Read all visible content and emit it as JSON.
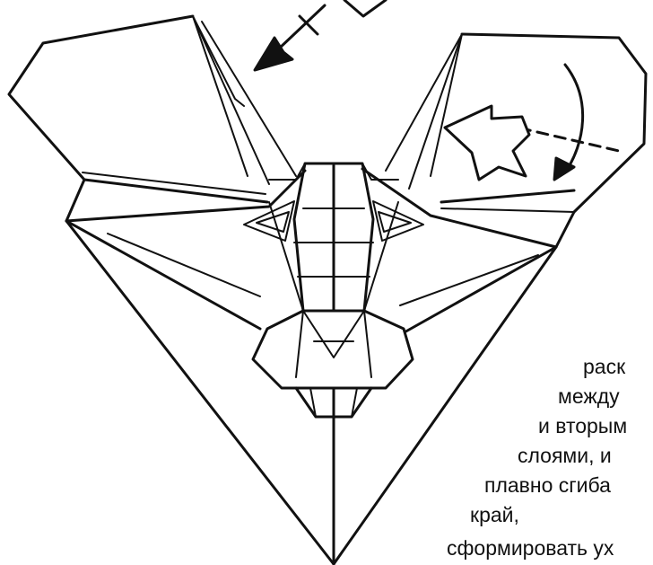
{
  "caption": {
    "lines": [
      "раск",
      "между",
      "и вторым",
      "слоями, и",
      "плавно сгиба",
      "край,",
      "сформировать ух"
    ]
  },
  "colors": {
    "line": "#111111",
    "background": "#ffffff"
  }
}
